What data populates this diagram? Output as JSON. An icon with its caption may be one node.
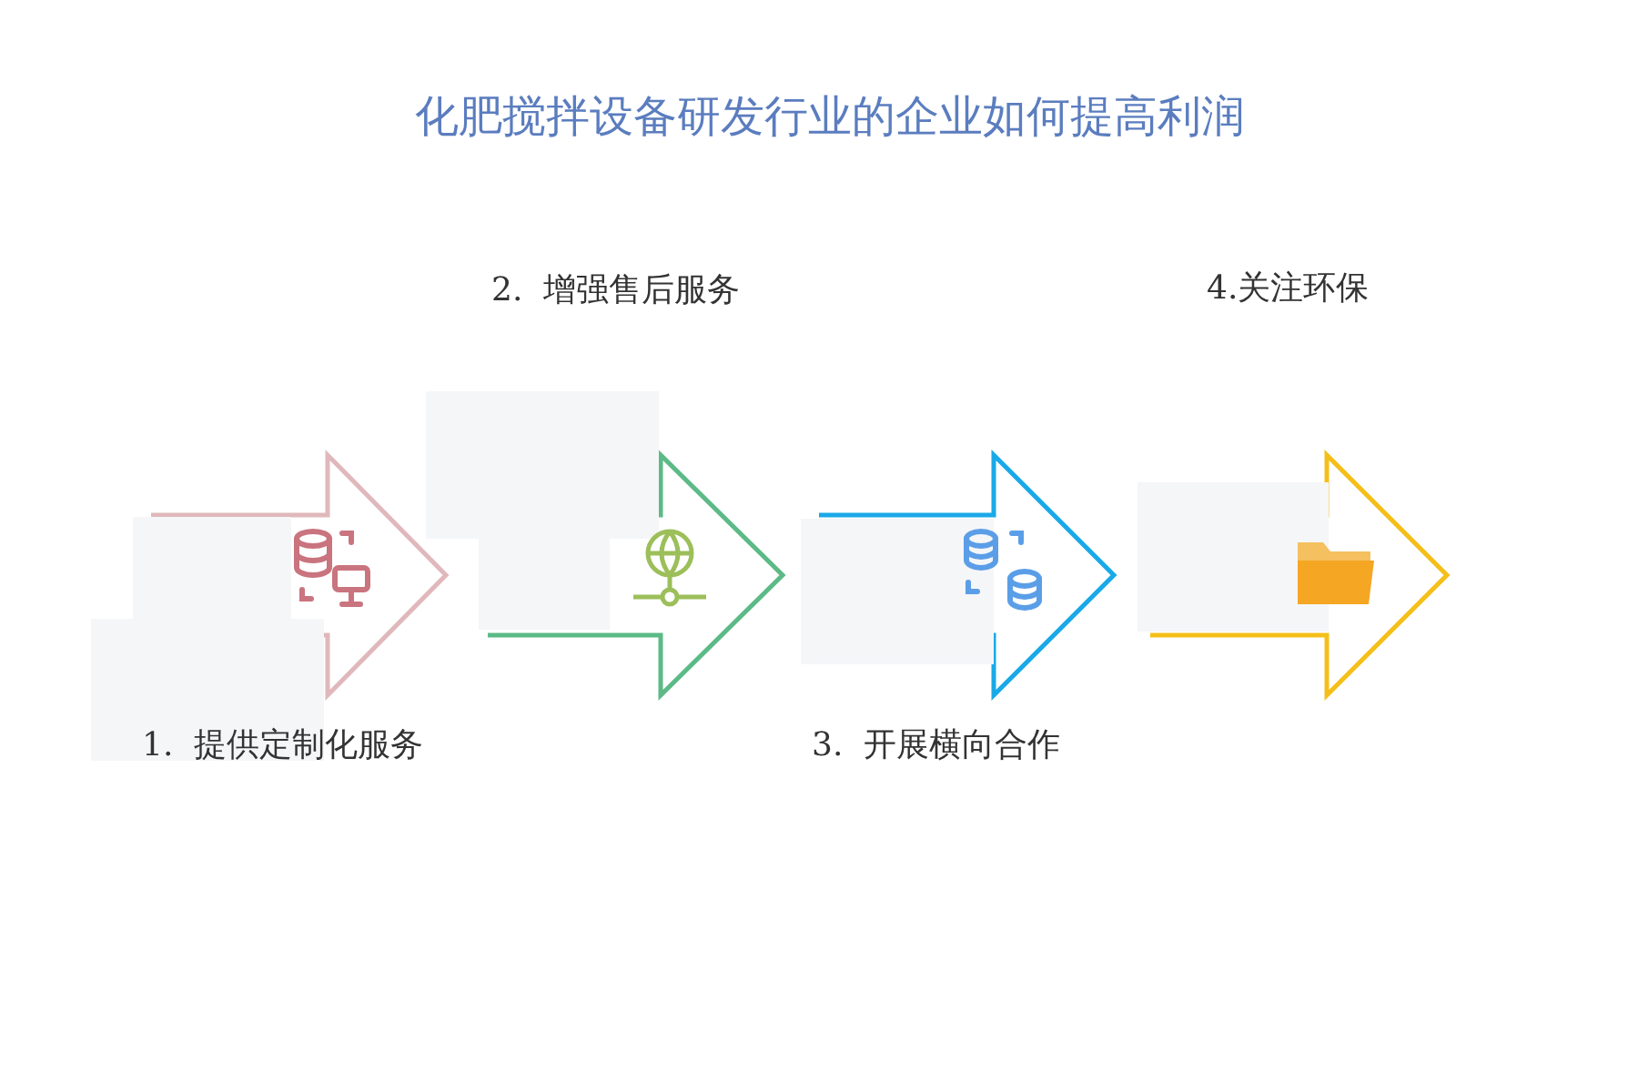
{
  "diagram": {
    "title": "化肥搅拌设备研发行业的企业如何提高利润",
    "nodes": [
      {
        "text": [],
        "shape": "arrow"
      },
      {
        "text": [],
        "shape": "arrow"
      },
      {
        "text": [],
        "shape": "arrow"
      },
      {
        "text": [],
        "shape": "arrow"
      }
    ],
    "labels": [
      "2.  增强售后服务",
      "4.关注环保",
      "1.  提供定制化服务",
      "3.  开展横向合作"
    ]
  }
}
